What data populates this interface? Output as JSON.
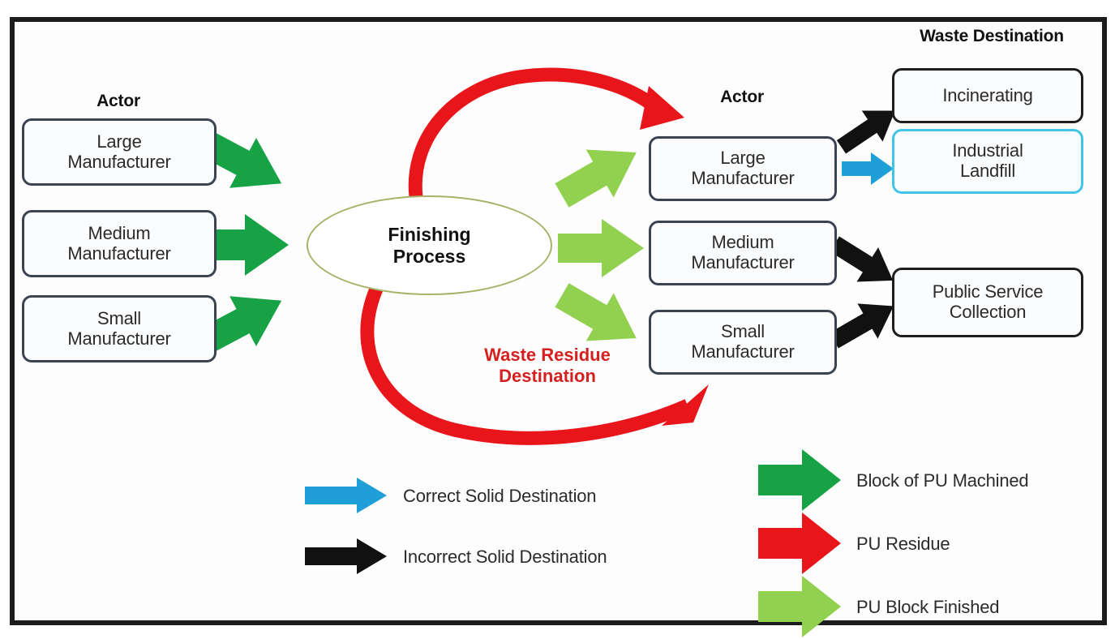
{
  "diagram": {
    "title_left_group": "Actor",
    "title_right_group": "Actor",
    "title_destination_group": "Waste Destination",
    "process_label": "Finishing\nProcess",
    "process_label_line1": "Finishing",
    "process_label_line2": "Process",
    "residue_caption_line1": "Waste Residue",
    "residue_caption_line2": "Destination"
  },
  "left_actors": [
    {
      "line1": "Large",
      "line2": "Manufacturer"
    },
    {
      "line1": "Medium",
      "line2": "Manufacturer"
    },
    {
      "line1": "Small",
      "line2": "Manufacturer"
    }
  ],
  "right_actors": [
    {
      "line1": "Large",
      "line2": "Manufacturer"
    },
    {
      "line1": "Medium",
      "line2": "Manufacturer"
    },
    {
      "line1": "Small",
      "line2": "Manufacturer"
    }
  ],
  "destinations": [
    {
      "line1": "Incinerating",
      "line2": "",
      "border": "#1e1e1e"
    },
    {
      "line1": "Industrial",
      "line2": "Landfill",
      "border": "#44c3e8"
    },
    {
      "line1": "Public Service",
      "line2": "Collection",
      "border": "#1e1e1e"
    }
  ],
  "legend_left": [
    {
      "icon": "blue-straight-arrow-icon",
      "label": "Correct Solid Destination",
      "color": "#1e9fd8"
    },
    {
      "icon": "black-straight-arrow-icon",
      "label": "Incorrect Solid Destination",
      "color": "#111111"
    }
  ],
  "legend_right": [
    {
      "icon": "dark-green-block-arrow-icon",
      "label": "Block of PU Machined",
      "color": "#17a345"
    },
    {
      "icon": "red-block-arrow-icon",
      "label": "PU Residue",
      "color": "#e8161a"
    },
    {
      "icon": "light-green-block-arrow-icon",
      "label": "PU Block Finished",
      "color": "#92d050"
    }
  ],
  "colors": {
    "frame": "#1c1c1c",
    "node_border": "#3c4350",
    "destination_border_dark": "#1e1e1e",
    "destination_border_cyan": "#44c3e8",
    "ellipse_border": "#a8b168",
    "dark_green": "#17a345",
    "light_green": "#92d050",
    "red": "#e8161a",
    "red_caption": "#d52020",
    "blue": "#1e9fd8",
    "black": "#111111",
    "background": "#ffffff"
  }
}
